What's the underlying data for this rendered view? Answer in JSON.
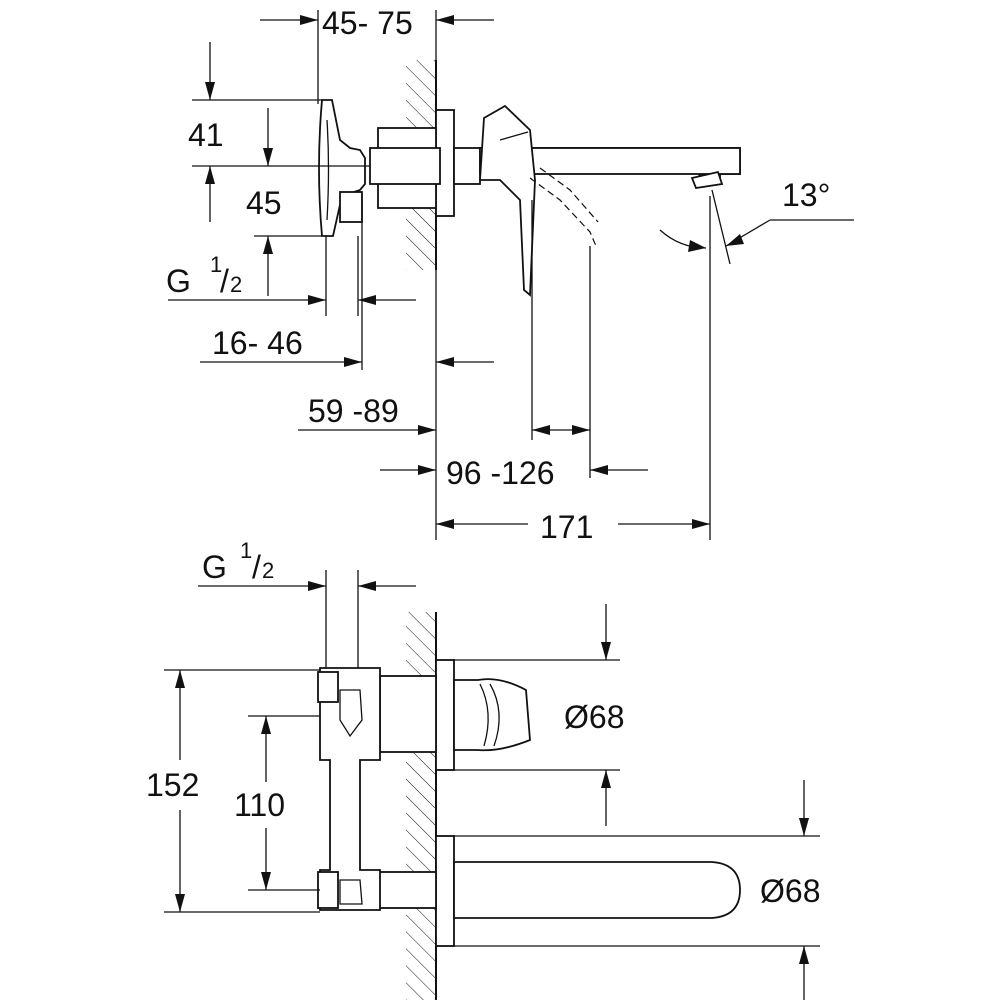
{
  "side_view": {
    "dim_wall_to_handle": "45- 75",
    "dim_handle_height_top": "41",
    "dim_handle_height_bottom": "45",
    "thread_label": "G",
    "thread_fraction_num": "1",
    "thread_fraction_den": "2",
    "dim_depth_16_46": "16- 46",
    "dim_depth_59_89": "59 -89",
    "dim_spout_96_126": "96 -126",
    "dim_spout_projection": "171",
    "spout_angle": "13°"
  },
  "top_view": {
    "thread_label": "G",
    "thread_fraction_num": "1",
    "thread_fraction_den": "2",
    "dim_total_height": "152",
    "dim_center_distance": "110",
    "rosette_diameter_upper": "Ø68",
    "rosette_diameter_lower": "Ø68"
  }
}
